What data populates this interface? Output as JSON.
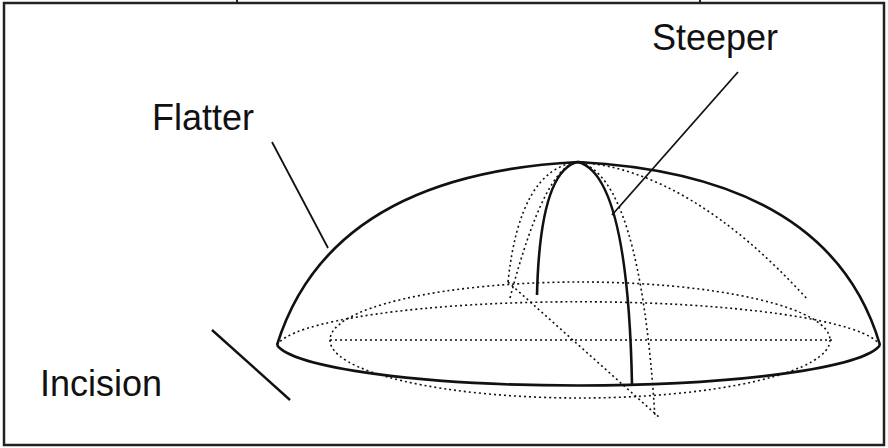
{
  "diagram": {
    "labels": [
      "Steeper",
      "Flatter",
      "Incision"
    ]
  }
}
